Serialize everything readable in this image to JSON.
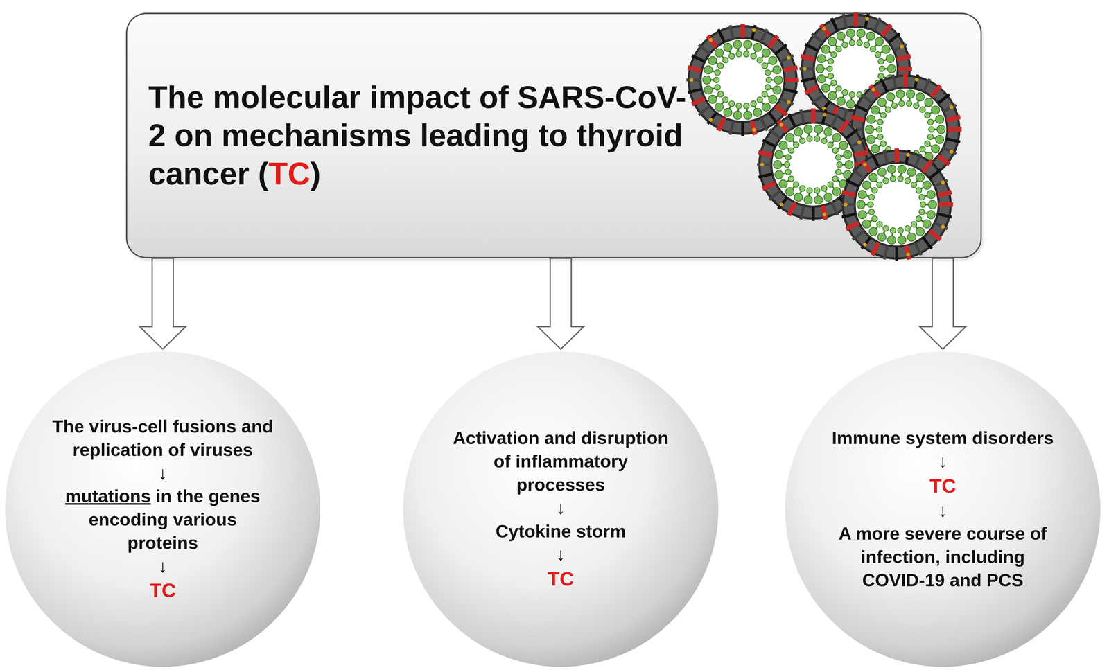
{
  "diagram": {
    "nodes": [
      {
        "text": [
          "The molecular impact of SARS-CoV-2 on mechanisms leading to thyroid cancer (TC)"
        ]
      },
      {
        "text": [
          "The virus-cell fusions and replication of viruses",
          "↓",
          "mutations in the genes encoding various proteins",
          "↓",
          "TC"
        ]
      },
      {
        "text": [
          "Activation and disruption of inflammatory processes",
          "↓",
          "Cytokine storm",
          "↓",
          "TC"
        ]
      },
      {
        "text": [
          "Immune system disorders",
          "↓",
          "TC",
          "↓",
          "A more severe course of infection, including COVID-19 and PCS"
        ]
      }
    ],
    "edges": [
      {
        "from": 0,
        "to": 1,
        "arrow": "to"
      },
      {
        "from": 0,
        "to": 2,
        "arrow": "to"
      },
      {
        "from": 0,
        "to": 3,
        "arrow": "to"
      }
    ]
  }
}
